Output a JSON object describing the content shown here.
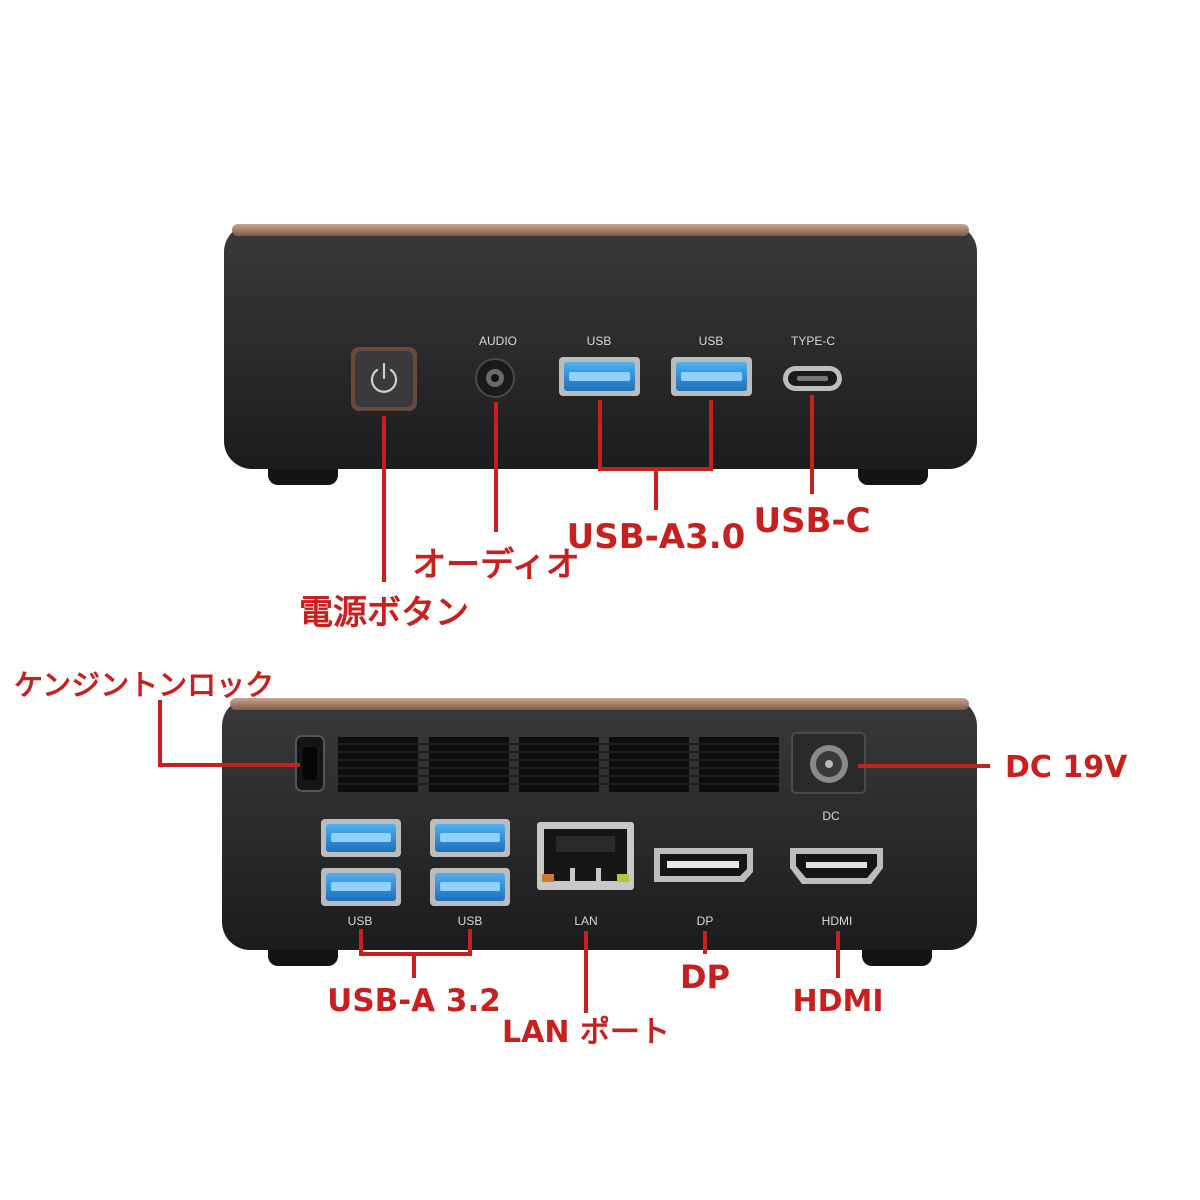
{
  "front_panel": {
    "port_labels": {
      "audio": "AUDIO",
      "usb_left": "USB",
      "usb_right": "USB",
      "type_c": "TYPE-C"
    },
    "callouts": {
      "power": "電源ボタン",
      "audio": "オーディオ",
      "usb_a30": "USB-A3.0",
      "usb_c": "USB-C"
    }
  },
  "rear_panel": {
    "port_labels": {
      "dc": "DC",
      "usb_left": "USB",
      "usb_right": "USB",
      "lan": "LAN",
      "dp": "DP",
      "hdmi": "HDMI"
    },
    "callouts": {
      "kensington": "ケンジントンロック",
      "dc": "DC 19V",
      "usb_a32": "USB-A 3.2",
      "lan": "LAN ポート",
      "dp": "DP",
      "hdmi": "HDMI"
    }
  },
  "colors": {
    "annotation": "#c8201e",
    "chassis": "#2e2e30",
    "trim": "#a9806a",
    "usb_blue": "#2a8fd8",
    "port_label": "#d8d8d8"
  }
}
